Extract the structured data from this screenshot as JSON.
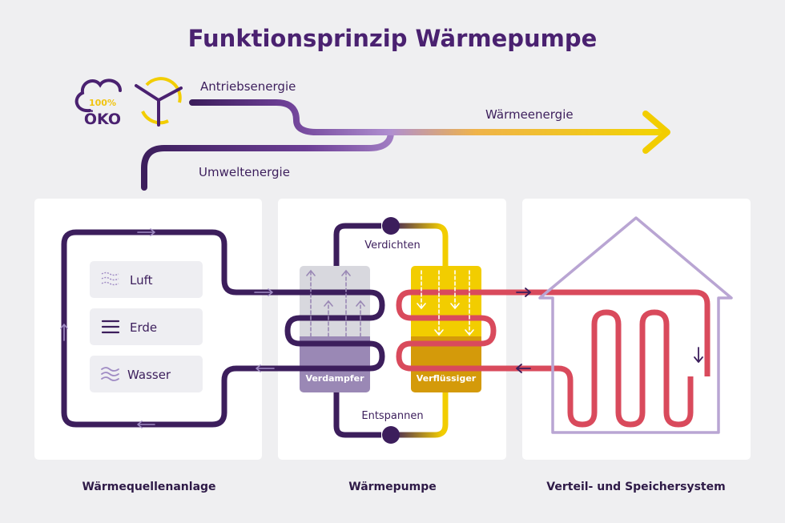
{
  "title": "Funktionsprinzip Wärmepumpe",
  "logo": {
    "percent": "100%",
    "text": "ÖKO",
    "icons": [
      "cloud-icon",
      "wind-turbine-icon"
    ]
  },
  "energy_flow": {
    "drive": "Antriebsenergie",
    "heat": "Wärmeenergie",
    "environment": "Umweltenergie"
  },
  "source_options": [
    {
      "label": "Luft",
      "icon": "air-icon"
    },
    {
      "label": "Erde",
      "icon": "earth-icon"
    },
    {
      "label": "Wasser",
      "icon": "water-icon"
    }
  ],
  "heat_pump": {
    "compress": "Verdichten",
    "expand": "Entspannen",
    "evaporator": "Verdampfer",
    "condenser": "Verflüssiger"
  },
  "captions": {
    "source": "Wärmequellenanlage",
    "pump": "Wärmepumpe",
    "distribution": "Verteil- und Speichersystem"
  },
  "colors": {
    "purple": "#3c1e5c",
    "yellow": "#f2cd00",
    "red": "#d94a5c",
    "evaporator": "#9a88b5",
    "condenser": "#d49a0a",
    "house": "#b9a5d3",
    "background": "#efeff1"
  }
}
